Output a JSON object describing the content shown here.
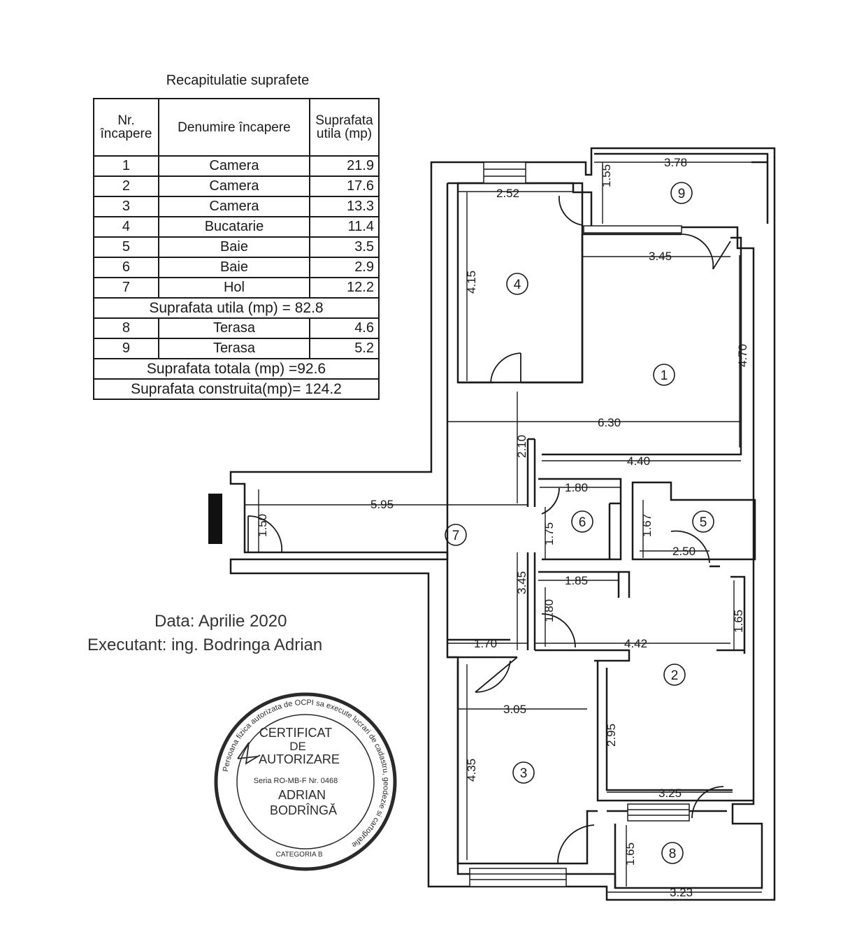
{
  "table": {
    "caption": "Recapitulatie suprafete",
    "headers": {
      "nr": "Nr. încapere",
      "name": "Denumire încapere",
      "area": "Suprafata utila (mp)"
    },
    "rooms": [
      {
        "nr": "1",
        "name": "Camera",
        "area": "21.9"
      },
      {
        "nr": "2",
        "name": "Camera",
        "area": "17.6"
      },
      {
        "nr": "3",
        "name": "Camera",
        "area": "13.3"
      },
      {
        "nr": "4",
        "name": "Bucatarie",
        "area": "11.4"
      },
      {
        "nr": "5",
        "name": "Baie",
        "area": "3.5"
      },
      {
        "nr": "6",
        "name": "Baie",
        "area": "2.9"
      },
      {
        "nr": "7",
        "name": "Hol",
        "area": "12.2"
      }
    ],
    "useful_total": "Suprafata utila (mp) = 82.8",
    "terraces": [
      {
        "nr": "8",
        "name": "Terasa",
        "area": "4.6"
      },
      {
        "nr": "9",
        "name": "Terasa",
        "area": "5.2"
      }
    ],
    "grand_total": "Suprafata totala (mp) =92.6",
    "built_total": "Suprafata construita(mp)= 124.2"
  },
  "meta": {
    "date": "Data: Aprilie 2020",
    "executant": "Executant: ing. Bodringa  Adrian"
  },
  "plan": {
    "room_numbers": [
      "1",
      "2",
      "3",
      "4",
      "5",
      "6",
      "7",
      "8",
      "9"
    ],
    "dimensions": [
      "3.78",
      "1.55",
      "2.52",
      "3.45",
      "4.15",
      "4.70",
      "6.30",
      "2.10",
      "4.40",
      "1.80",
      "5.95",
      "1.50",
      "1.75",
      "1.67",
      "2.50",
      "1.85",
      "3.45",
      "1.80",
      "1.65",
      "1.70",
      "4.42",
      "3.05",
      "2.95",
      "4.35",
      "3.25",
      "1.65",
      "3.23"
    ]
  },
  "stamp": {
    "ring_text": "Persoana fizica autorizata de OCPI sa execute lucrari de cadastru, geodezie si cartografie",
    "line1": "CERTIFICAT",
    "line2": "DE",
    "line3": "AUTORIZARE",
    "serial": "Seria RO-MB-F  Nr. 0468",
    "name1": "ADRIAN",
    "name2": "BODRÎNGĂ",
    "category": "CATEGORIA B"
  }
}
